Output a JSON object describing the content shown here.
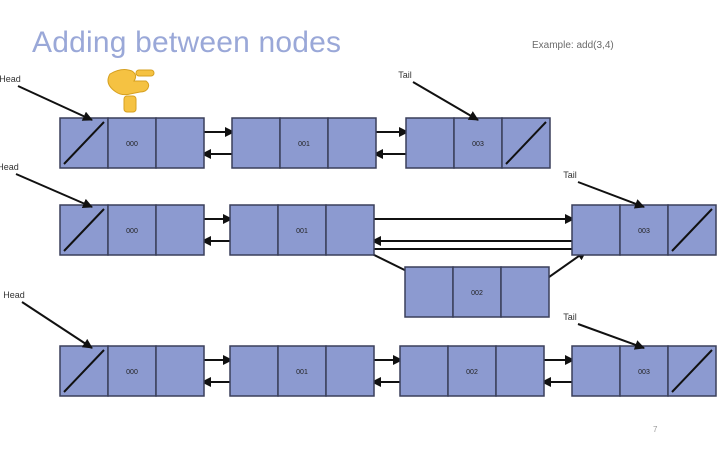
{
  "slide": {
    "title": "Adding between nodes",
    "subtitle": "Example: add(3,4)",
    "page_number": "7"
  },
  "colors": {
    "node_fill": "#8c9ad0",
    "node_stroke": "#3a3f5a",
    "title": "#9aa8d8",
    "hand": "#f5c242"
  },
  "hand_icon": "pointing-hand-icon",
  "rows": [
    {
      "head_label": "Head",
      "tail_label": "Tail",
      "nodes": [
        {
          "value": "000"
        },
        {
          "value": "001"
        },
        {
          "value": "003"
        }
      ]
    },
    {
      "head_label": "Head",
      "tail_label": "Tail",
      "nodes": [
        {
          "value": "000"
        },
        {
          "value": "001"
        },
        {
          "value": "003"
        }
      ],
      "new_node": {
        "value": "002"
      }
    },
    {
      "head_label": "Head",
      "tail_label": "Tail",
      "nodes": [
        {
          "value": "000"
        },
        {
          "value": "001"
        },
        {
          "value": "002"
        },
        {
          "value": "003"
        }
      ]
    }
  ]
}
